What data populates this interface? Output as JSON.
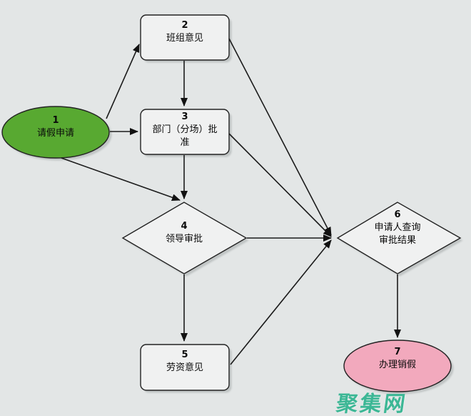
{
  "diagram": {
    "type": "flowchart",
    "background": "#e3e6e6",
    "nodes": [
      {
        "id": "1",
        "number": "1",
        "label": "请假申请",
        "shape": "ellipse-start",
        "fill": "#58a931"
      },
      {
        "id": "2",
        "number": "2",
        "label": "班组意见",
        "shape": "process",
        "fill": "#f0f1f1"
      },
      {
        "id": "3",
        "number": "3",
        "label": "部门（分场）批\n准",
        "shape": "process",
        "fill": "#f0f1f1"
      },
      {
        "id": "4",
        "number": "4",
        "label": "领导审批",
        "shape": "decision",
        "fill": "#f0f1f1"
      },
      {
        "id": "5",
        "number": "5",
        "label": "劳资意见",
        "shape": "process",
        "fill": "#f0f1f1"
      },
      {
        "id": "6",
        "number": "6",
        "label": "申请人查询\n审批结果",
        "shape": "decision",
        "fill": "#f0f1f1"
      },
      {
        "id": "7",
        "number": "7",
        "label": "办理销假",
        "shape": "ellipse-end",
        "fill": "#f2a9bd"
      }
    ],
    "edges": [
      {
        "from": "1",
        "to": "2"
      },
      {
        "from": "1",
        "to": "3"
      },
      {
        "from": "1",
        "to": "4"
      },
      {
        "from": "2",
        "to": "3"
      },
      {
        "from": "2",
        "to": "6"
      },
      {
        "from": "3",
        "to": "4"
      },
      {
        "from": "3",
        "to": "6"
      },
      {
        "from": "4",
        "to": "5"
      },
      {
        "from": "4",
        "to": "6"
      },
      {
        "from": "5",
        "to": "6"
      },
      {
        "from": "6",
        "to": "7"
      }
    ],
    "colors": {
      "start_fill": "#58a931",
      "end_fill": "#f2a9bd",
      "process_fill": "#f0f1f1",
      "stroke": "#222222",
      "line": "#1b1b1b",
      "shadow": "#a9aeae",
      "watermark": "#3cb795"
    }
  },
  "watermark": {
    "text": "聚集网"
  }
}
